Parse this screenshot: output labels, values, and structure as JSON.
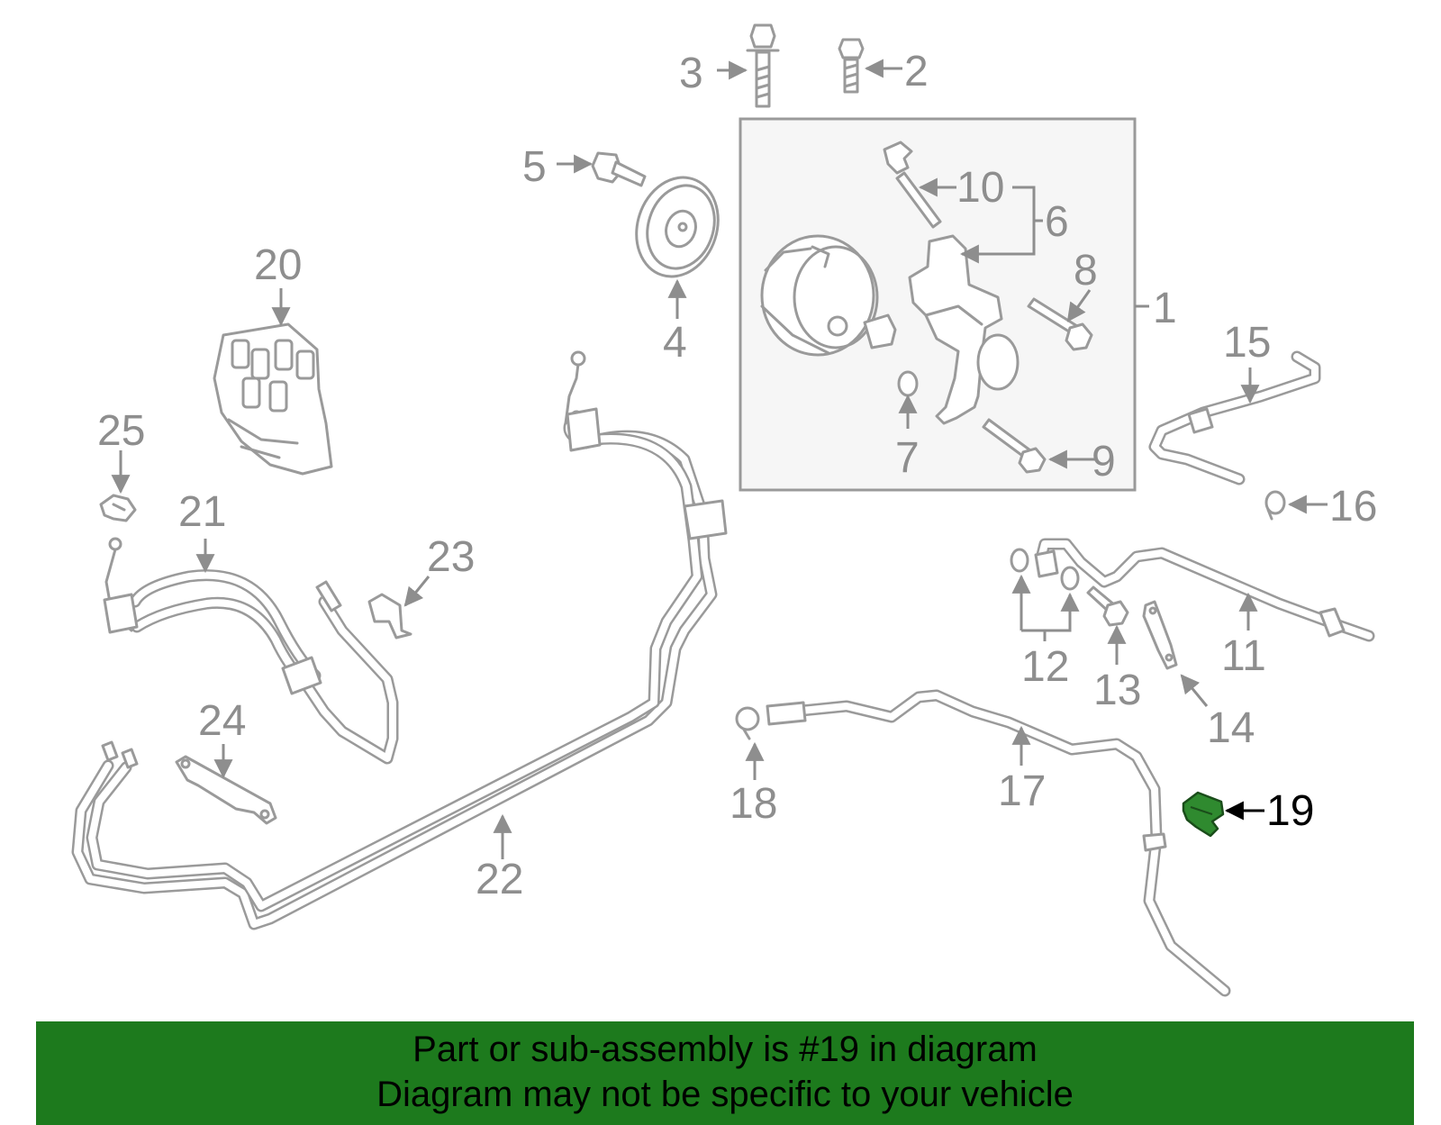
{
  "diagram": {
    "highlight_color": "#2f8a2f",
    "line_color": "#9a9a9a",
    "label_color": "#8e8e8e",
    "callouts": [
      "1",
      "2",
      "3",
      "4",
      "5",
      "6",
      "7",
      "8",
      "9",
      "10",
      "11",
      "12",
      "13",
      "14",
      "15",
      "16",
      "17",
      "18",
      "19",
      "20",
      "21",
      "22",
      "23",
      "24",
      "25"
    ],
    "highlighted_part": "19"
  },
  "footer": {
    "background": "#1d7a1d",
    "line1": "Part or sub-assembly is #19 in diagram",
    "line2": "Diagram may not be specific to your vehicle"
  }
}
